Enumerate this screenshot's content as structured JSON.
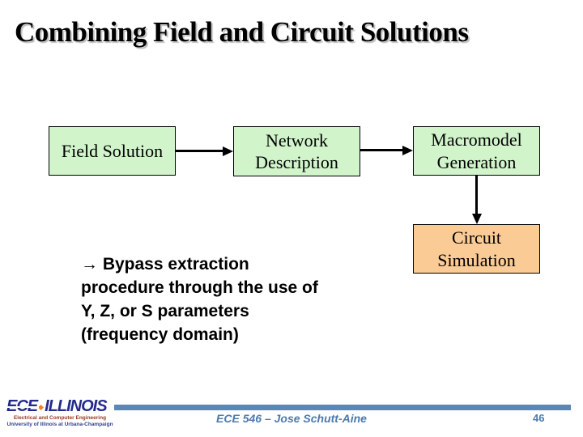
{
  "slide": {
    "title": "Combining Field and Circuit Solutions",
    "footer_course": "ECE 546 – Jose Schutt-Aine",
    "page_number": "46"
  },
  "diagram": {
    "boxes": [
      {
        "id": "field-solution",
        "label": "Field Solution",
        "fill": "#D1F4CB"
      },
      {
        "id": "network-description",
        "label": "Network Description",
        "fill": "#D1F4CB"
      },
      {
        "id": "macromodel-generation",
        "label": "Macromodel Generation",
        "fill": "#D1F4CB"
      },
      {
        "id": "circuit-simulation",
        "label": "Circuit Simulation",
        "fill": "#FBCB95"
      }
    ],
    "arrows": [
      "field-solution to network-description",
      "network-description to macromodel-generation",
      "macromodel-generation to circuit-simulation"
    ]
  },
  "bullet": {
    "lines": [
      "→ Bypass extraction",
      "procedure through the use of",
      "Y, Z, or S parameters",
      "(frequency domain)"
    ]
  },
  "logo": {
    "ece": "ECE",
    "illinois": "ILLINOIS",
    "line1": "Electrical and Computer Engineering",
    "line2": "University of Illinois at Urbana-Champaign"
  },
  "colors": {
    "green_box": "#D1F4CB",
    "orange_box": "#FBCB95",
    "footer_bar_blue": "#5B87B5",
    "footer_text_blue": "#4B7AAC",
    "logo_navy": "#232B8A",
    "logo_orange": "#F57F29",
    "title_black": "#000000"
  }
}
